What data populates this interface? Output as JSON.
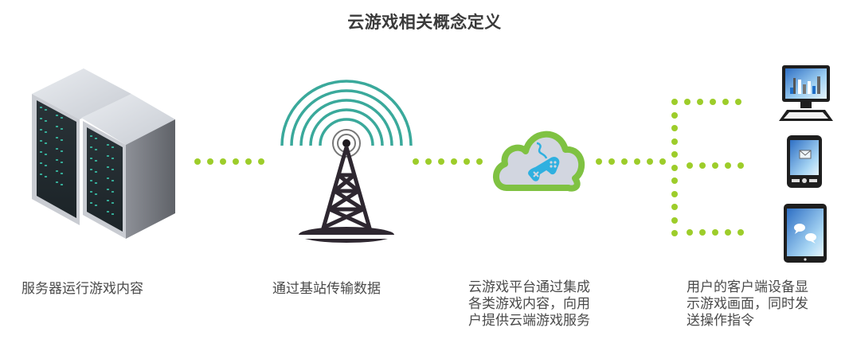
{
  "title": "云游戏相关概念定义",
  "colors": {
    "connector_dot": "#9dcd2a",
    "signal_wave": "#3aa99b",
    "cloud_border": "#7fc242",
    "cloud_fill": "#d2d6e0",
    "gamepad": "#2fb0e0",
    "tower": "#2e2730",
    "caption_text": "#4a4a4a",
    "title_text": "#3a3a3a"
  },
  "nodes": [
    {
      "id": "server",
      "icon": "server-rack-icon",
      "caption": "服务器运行游戏内容"
    },
    {
      "id": "tower",
      "icon": "cell-tower-icon",
      "caption": "通过基站传输数据"
    },
    {
      "id": "cloud",
      "icon": "cloud-gamepad-icon",
      "caption_lines": [
        "云游戏平台通过集成",
        "各类游戏内容，向用",
        "户提供云端游戏服务"
      ]
    },
    {
      "id": "devices",
      "icons": [
        "desktop-computer-icon",
        "smartphone-icon",
        "tablet-icon"
      ],
      "caption_lines": [
        "用户的客户端设备显",
        "示游戏画面，同时发",
        "送操作指令"
      ]
    }
  ],
  "connectors": [
    {
      "from": "server",
      "to": "tower",
      "dots": 6
    },
    {
      "from": "tower",
      "to": "cloud",
      "dots": 6
    },
    {
      "from": "cloud",
      "to": "devices",
      "dots": 6,
      "branches": 3
    }
  ]
}
